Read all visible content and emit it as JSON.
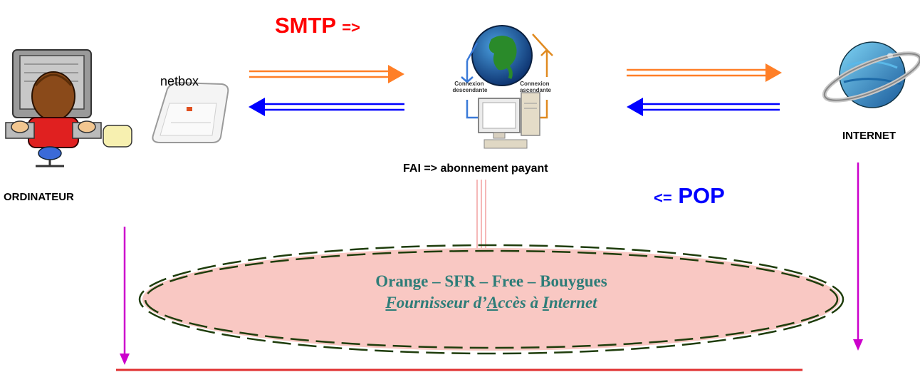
{
  "labels": {
    "smtp": "SMTP",
    "smtp_arrow": "=>",
    "pop_arrow": "<=",
    "pop": "POP",
    "netbox": "netbox",
    "fai": "FAI => abonnement payant",
    "internet": "INTERNET",
    "ordinateur": "ORDINATEUR",
    "globe_left": "Connexion descendante",
    "globe_right": "Connexion ascendante",
    "isp_line1": "Orange – SFR – Free – Bouygues",
    "isp_line2": {
      "f": "F",
      "ournisseur": "ournisseur d’",
      "a": "A",
      "cces": "ccès à ",
      "i": "I",
      "nternet": "nternet"
    }
  },
  "colors": {
    "smtp": "#ff0000",
    "pop": "#0000ff",
    "orange_arrow": "#ff7f27",
    "blue_arrow": "#0000ff",
    "magenta_arrow": "#cc00cc",
    "ellipse_fill": "#f9c8c3",
    "ellipse_border": "#1f3d0c",
    "isp_text": "#2e7d78",
    "bottom_line": "#e03030"
  }
}
